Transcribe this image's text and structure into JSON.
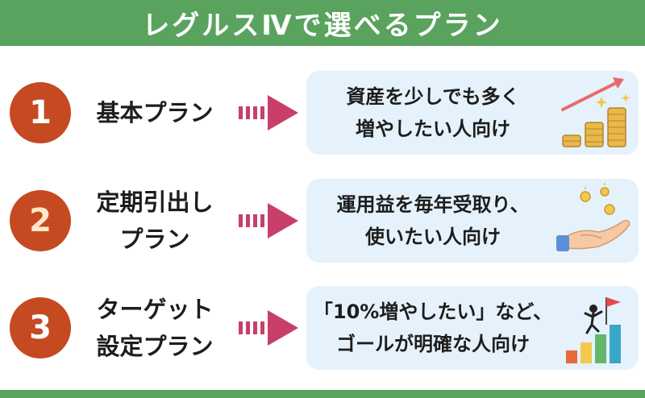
{
  "header": {
    "title": "レグルスⅣで選べるプラン"
  },
  "plans": [
    {
      "number": "1",
      "name": "基本プラン",
      "description": "資産を少しでも多く\n増やしたい人向け",
      "illustration": "coin-stacks-growth-icon"
    },
    {
      "number": "2",
      "name": "定期引出し\nプラン",
      "description": "運用益を毎年受取り、\n使いたい人向け",
      "illustration": "hand-receiving-coins-icon"
    },
    {
      "number": "3",
      "name": "ターゲット\n設定プラン",
      "description": "「10%増やしたい」など、\nゴールが明確な人向け",
      "illustration": "goal-bar-chart-icon"
    }
  ],
  "colors": {
    "header_green": "#5aa35e",
    "badge_red": "#c54a21",
    "arrow_pink": "#c8406a",
    "box_blue": "#e5f2fb"
  }
}
